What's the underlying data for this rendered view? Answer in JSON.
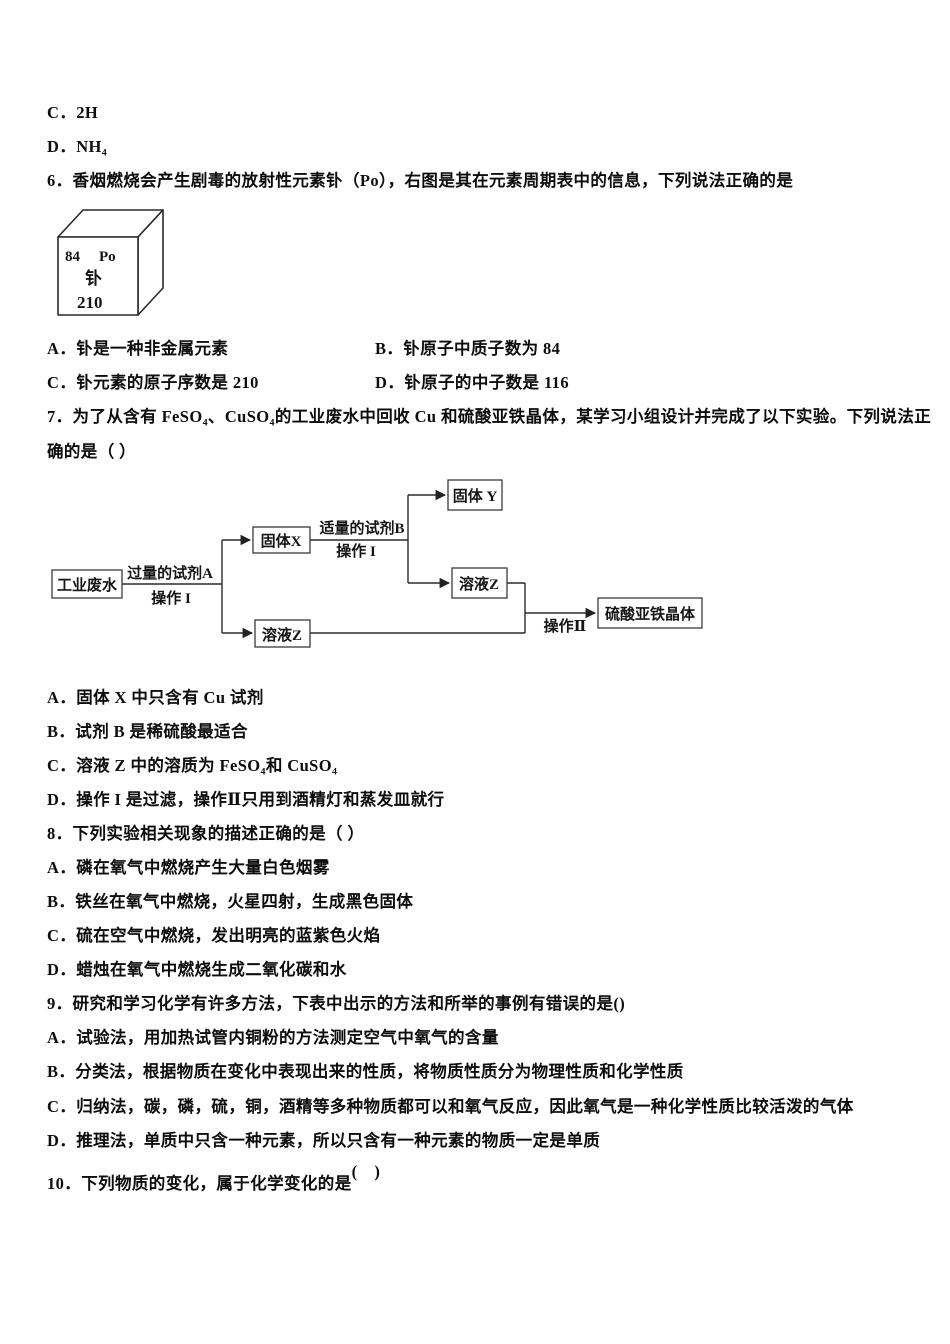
{
  "colors": {
    "page_background": "#ffffff",
    "body_text": "#0d0d0d",
    "cube_number_text": "#2c3a5d"
  },
  "q5_tail": {
    "option_c": "C．2H",
    "option_d": "D．NH₄"
  },
  "q6": {
    "stem": "6．香烟燃烧会产生剧毒的放射性元素钋（Po），右图是其在元素周期表中的信息，下列说法正确的是",
    "element_cell": {
      "atomic_number": "84",
      "symbol": "Po",
      "name": "钋",
      "relative_atomic_mass": "210"
    },
    "options": [
      "A．钋是一种非金属元素",
      "B．钋原子中质子数为 84",
      "C．钋元素的原子序数是 210",
      "D．钋原子的中子数是 116"
    ]
  },
  "q7": {
    "stem_line1": "7．为了从含有 FeSO₄、CuSO₄的工业废水中回收 Cu 和硫酸亚铁晶体，某学习小组设计并完成了以下实验。下列说法正",
    "stem_line2": "确的是（ ）",
    "flowchart": {
      "start": "工业废水",
      "reagent_a_label": "过量的试剂A",
      "operation1_label": "操作 I",
      "solid_x": "固体X",
      "reagent_b_label": "适量的试剂B",
      "operation1b_label": "操作 I",
      "solid_y": "固体 Y",
      "solution_z_upper": "溶液Z",
      "solution_z_lower": "溶液Z",
      "operation2_label": "操作Ⅱ",
      "product": "硫酸亚铁晶体"
    },
    "options": [
      "A．固体 X 中只含有 Cu 试剂",
      "B．试剂 B 是稀硫酸最适合",
      "C．溶液 Z 中的溶质为 FeSO₄和 CuSO₄",
      "D．操作 I 是过滤，操作Ⅱ只用到酒精灯和蒸发皿就行"
    ]
  },
  "q8": {
    "stem": "8．下列实验相关现象的描述正确的是（ ）",
    "options": [
      "A．磷在氧气中燃烧产生大量白色烟雾",
      "B．铁丝在氧气中燃烧，火星四射，生成黑色固体",
      "C．硫在空气中燃烧，发出明亮的蓝紫色火焰",
      "D．蜡烛在氧气中燃烧生成二氧化碳和水"
    ]
  },
  "q9": {
    "stem": "9．研究和学习化学有许多方法，下表中出示的方法和所举的事例有错误的是()",
    "options": [
      "A．试验法，用加热试管内铜粉的方法测定空气中氧气的含量",
      "B．分类法，根据物质在变化中表现出来的性质，将物质性质分为物理性质和化学性质",
      "C．归纳法，碳，磷，硫，铜，酒精等多种物质都可以和氧气反应，因此氧气是一种化学性质比较活泼的气体",
      "D．推理法，单质中只含一种元素，所以只含有一种元素的物质一定是单质"
    ]
  },
  "q10": {
    "stem": "10．下列物质的变化，属于化学变化的是",
    "parens": "(　)"
  }
}
